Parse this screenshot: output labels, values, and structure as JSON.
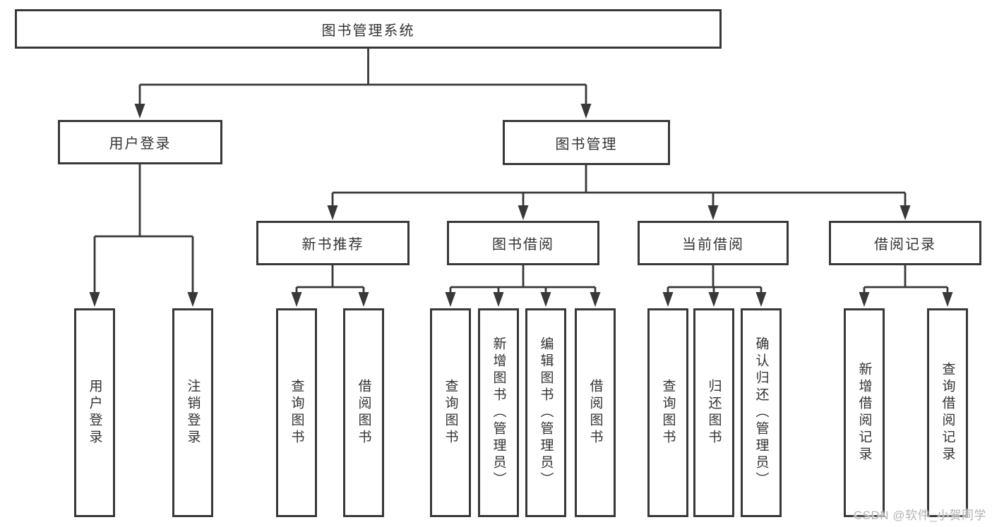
{
  "diagram_type": "hierarchy-tree",
  "colors": {
    "background": "#ffffff",
    "line": "#383838",
    "box_border": "#383838",
    "box_fill": "#ffffff",
    "text": "#333333",
    "watermark": "#b4b4b4"
  },
  "tree": {
    "label": "图书管理系统",
    "children": [
      {
        "label": "用户登录",
        "children": [
          {
            "label": "用户登录"
          },
          {
            "label": "注销登录"
          }
        ]
      },
      {
        "label": "图书管理",
        "children": [
          {
            "label": "新书推荐",
            "children": [
              {
                "label": "查询图书"
              },
              {
                "label": "借阅图书"
              }
            ]
          },
          {
            "label": "图书借阅",
            "children": [
              {
                "label": "查询图书"
              },
              {
                "label": "新增图书（管理员）"
              },
              {
                "label": "编辑图书（管理员）"
              },
              {
                "label": "借阅图书"
              }
            ]
          },
          {
            "label": "当前借阅",
            "children": [
              {
                "label": "查询图书"
              },
              {
                "label": "归还图书"
              },
              {
                "label": "确认归还（管理员）"
              }
            ]
          },
          {
            "label": "借阅记录",
            "children": [
              {
                "label": "新增借阅记录"
              },
              {
                "label": "查询借阅记录"
              }
            ]
          }
        ]
      }
    ]
  },
  "watermark": "CSDN @软件_小贺同学"
}
